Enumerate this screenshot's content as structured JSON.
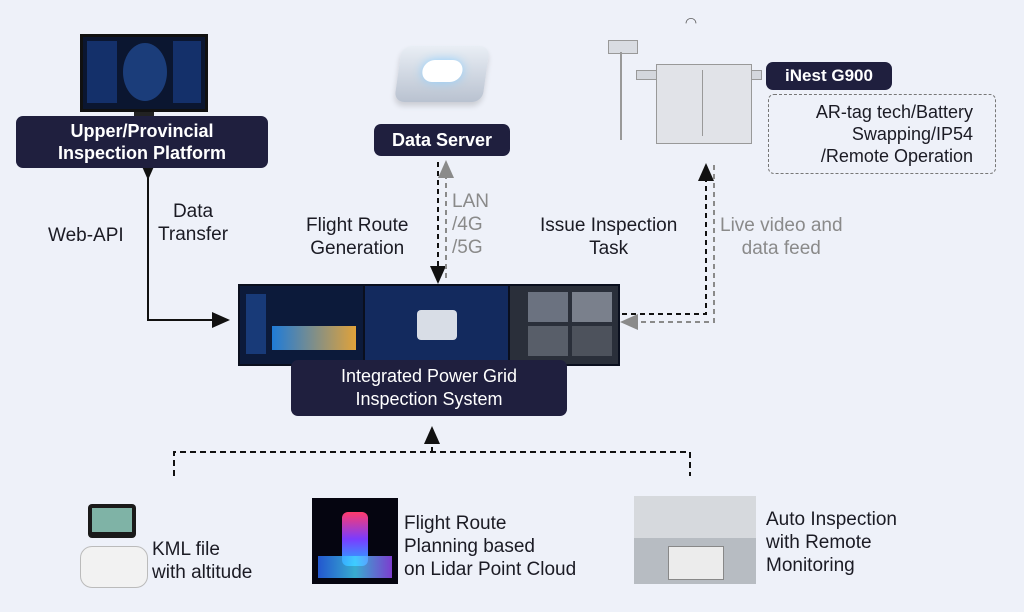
{
  "nodes": {
    "upper": {
      "line1": "Upper/Provincial",
      "line2": "Inspection Platform"
    },
    "server": {
      "label": "Data Server"
    },
    "inest": {
      "label": "iNest G900",
      "features": [
        "AR-tag tech/Battery",
        "Swapping/IP54",
        "/Remote Operation"
      ]
    },
    "integrated": {
      "line1": "Integrated Power Grid",
      "line2": "Inspection System"
    }
  },
  "edges": {
    "web_api": "Web-API",
    "data_transfer": {
      "line1": "Data",
      "line2": "Transfer"
    },
    "flight_route_generation": {
      "line1": "Flight Route",
      "line2": "Generation"
    },
    "lan": {
      "line1": "LAN",
      "line2": "/4G",
      "line3": "/5G"
    },
    "issue_task": {
      "line1": "Issue Inspection",
      "line2": "Task"
    },
    "live_video": {
      "line1": "Live video and",
      "line2": "data feed"
    }
  },
  "sources": {
    "kml": {
      "line1": "KML file",
      "line2": "with altitude"
    },
    "lidar": {
      "line1": "Flight Route",
      "line2": "Planning based",
      "line3": "on Lidar Point Cloud"
    },
    "auto": {
      "line1": "Auto Inspection",
      "line2": "with Remote",
      "line3": "Monitoring"
    }
  },
  "colors": {
    "navy": "#1f1f3e",
    "background": "#eef1f9",
    "dashed_grey": "#8a8a8a"
  }
}
